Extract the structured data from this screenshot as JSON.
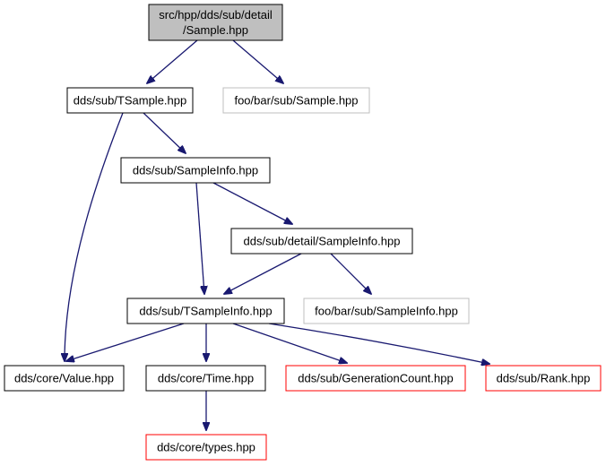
{
  "graph": {
    "edge_color": "#191970",
    "nodes": [
      {
        "id": "root",
        "lines": [
          "src/hpp/dds/sub/detail",
          "/Sample.hpp"
        ],
        "style": "root",
        "fill": "#bfbfbf",
        "stroke": "#000000"
      },
      {
        "id": "tsample",
        "lines": [
          "dds/sub/TSample.hpp"
        ],
        "style": "normal",
        "fill": "#ffffff",
        "stroke": "#000000"
      },
      {
        "id": "foo-sample",
        "lines": [
          "foo/bar/sub/Sample.hpp"
        ],
        "style": "external",
        "fill": "#ffffff",
        "stroke": "#bfbfbf"
      },
      {
        "id": "sampleinfo",
        "lines": [
          "dds/sub/SampleInfo.hpp"
        ],
        "style": "normal",
        "fill": "#ffffff",
        "stroke": "#000000"
      },
      {
        "id": "detail-sampleinfo",
        "lines": [
          "dds/sub/detail/SampleInfo.hpp"
        ],
        "style": "normal",
        "fill": "#ffffff",
        "stroke": "#000000"
      },
      {
        "id": "tsampleinfo",
        "lines": [
          "dds/sub/TSampleInfo.hpp"
        ],
        "style": "normal",
        "fill": "#ffffff",
        "stroke": "#000000"
      },
      {
        "id": "foo-sampleinfo",
        "lines": [
          "foo/bar/sub/SampleInfo.hpp"
        ],
        "style": "external",
        "fill": "#ffffff",
        "stroke": "#bfbfbf"
      },
      {
        "id": "value",
        "lines": [
          "dds/core/Value.hpp"
        ],
        "style": "normal",
        "fill": "#ffffff",
        "stroke": "#000000"
      },
      {
        "id": "time",
        "lines": [
          "dds/core/Time.hpp"
        ],
        "style": "normal",
        "fill": "#ffffff",
        "stroke": "#000000"
      },
      {
        "id": "generationcount",
        "lines": [
          "dds/sub/GenerationCount.hpp"
        ],
        "style": "truncated",
        "fill": "#ffffff",
        "stroke": "#ff0000"
      },
      {
        "id": "rank",
        "lines": [
          "dds/sub/Rank.hpp"
        ],
        "style": "truncated",
        "fill": "#ffffff",
        "stroke": "#ff0000"
      },
      {
        "id": "types",
        "lines": [
          "dds/core/types.hpp"
        ],
        "style": "truncated",
        "fill": "#ffffff",
        "stroke": "#ff0000"
      }
    ],
    "edges": [
      {
        "from": "root",
        "to": "tsample"
      },
      {
        "from": "root",
        "to": "foo-sample"
      },
      {
        "from": "tsample",
        "to": "sampleinfo"
      },
      {
        "from": "tsample",
        "to": "value"
      },
      {
        "from": "sampleinfo",
        "to": "detail-sampleinfo"
      },
      {
        "from": "sampleinfo",
        "to": "tsampleinfo"
      },
      {
        "from": "detail-sampleinfo",
        "to": "tsampleinfo"
      },
      {
        "from": "detail-sampleinfo",
        "to": "foo-sampleinfo"
      },
      {
        "from": "tsampleinfo",
        "to": "value"
      },
      {
        "from": "tsampleinfo",
        "to": "time"
      },
      {
        "from": "tsampleinfo",
        "to": "generationcount"
      },
      {
        "from": "tsampleinfo",
        "to": "rank"
      },
      {
        "from": "time",
        "to": "types"
      }
    ]
  }
}
